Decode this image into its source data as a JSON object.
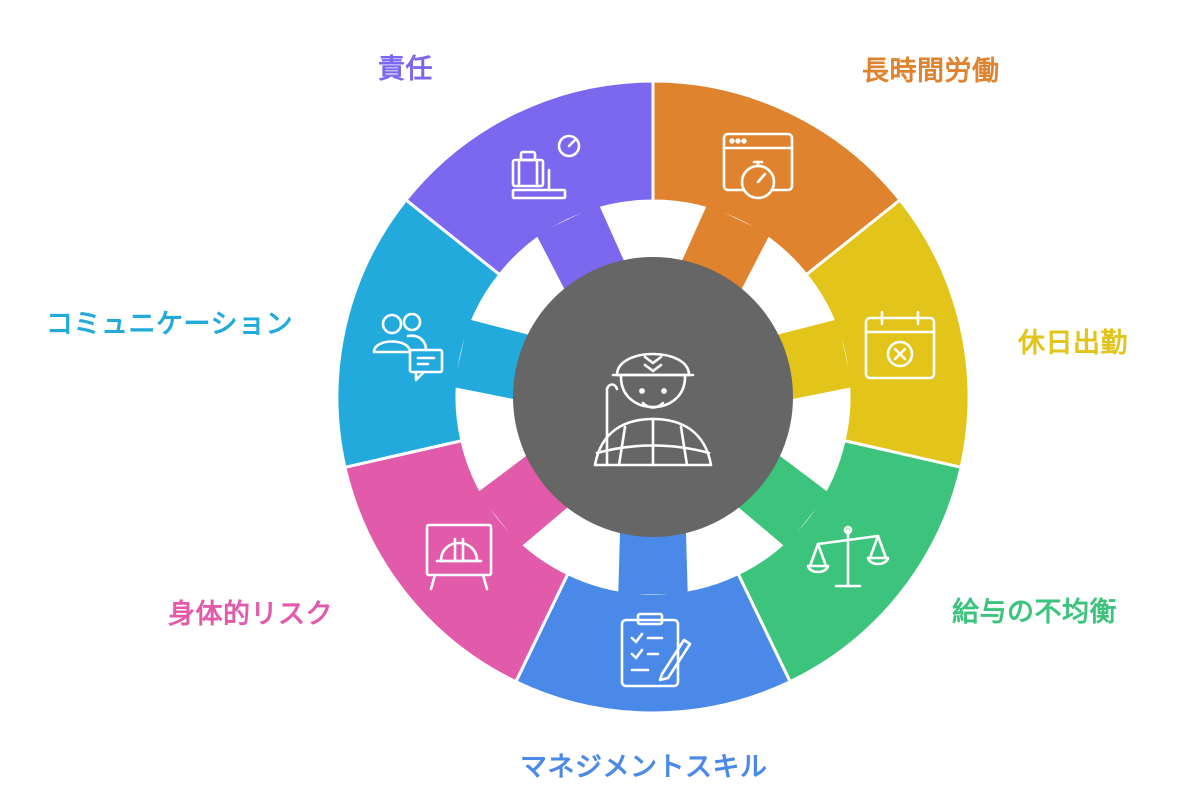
{
  "segments": [
    {
      "label": "責任",
      "color": "#7B68EE",
      "icon": "briefcase-gauge-icon"
    },
    {
      "label": "長時間労働",
      "color": "#E0832F",
      "icon": "browser-stopwatch-icon"
    },
    {
      "label": "休日出勤",
      "color": "#E2C41A",
      "icon": "calendar-cancel-icon"
    },
    {
      "label": "給与の不均衡",
      "color": "#3CC47C",
      "icon": "balance-scale-icon"
    },
    {
      "label": "マネジメントスキル",
      "color": "#4A89E8",
      "icon": "clipboard-pen-icon"
    },
    {
      "label": "身体的リスク",
      "color": "#E25AAA",
      "icon": "hardhat-board-icon"
    },
    {
      "label": "コミュニケーション",
      "color": "#22AADD",
      "icon": "people-chat-icon"
    }
  ],
  "center": {
    "color": "#666666",
    "icon": "construction-worker-icon"
  }
}
